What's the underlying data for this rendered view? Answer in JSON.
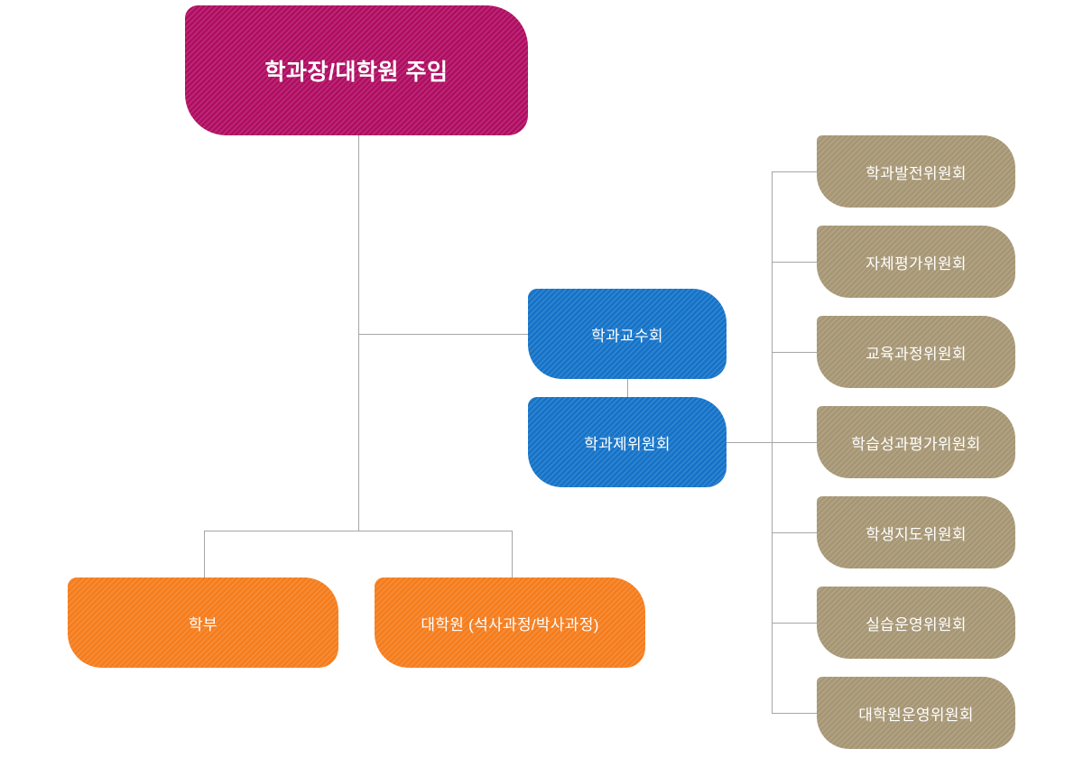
{
  "diagram": {
    "type": "org-chart",
    "nodes": {
      "root": {
        "label": "학과장/대학원 주임"
      },
      "faculty_council": {
        "label": "학과교수회"
      },
      "dept_committee_board": {
        "label": "학과제위원회"
      },
      "undergraduate": {
        "label": "학부"
      },
      "graduate": {
        "label": "대학원 (석사과정/박사과정)"
      },
      "committees": [
        {
          "label": "학과발전위원회"
        },
        {
          "label": "자체평가위원회"
        },
        {
          "label": "교육과정위원회"
        },
        {
          "label": "학습성과평가위원회"
        },
        {
          "label": "학생지도위원회"
        },
        {
          "label": "실습운영위원회"
        },
        {
          "label": "대학원운영위원회"
        }
      ]
    },
    "colors": {
      "root": "#b00e62",
      "council": "#1573c8",
      "course": "#f57d1d",
      "committee": "#a69674",
      "connector": "#a6a6a6",
      "text": "#ffffff",
      "background": "#ffffff"
    }
  }
}
